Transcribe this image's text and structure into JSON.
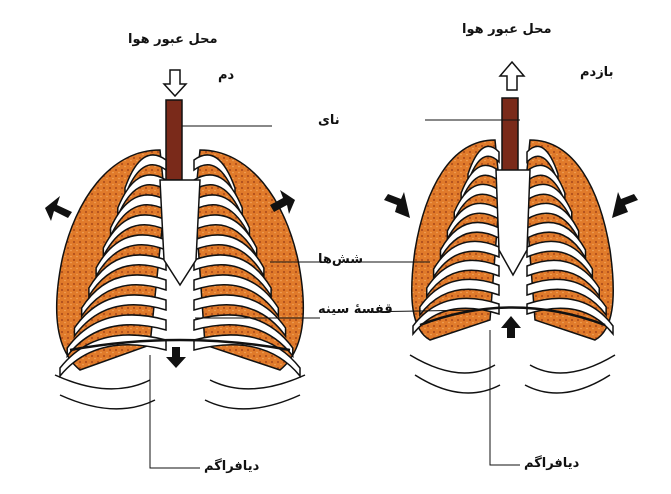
{
  "labels": {
    "airway_left": "محل عبور هوا",
    "airway_right": "محل عبور هوا",
    "inhale": "دم",
    "exhale": "بازدم",
    "trachea": "نای",
    "lungs": "شش‌ها",
    "ribcage": "قفسهٔ سینه",
    "diaphragm_left": "دیافراگم",
    "diaphragm_right": "دیافراگم"
  },
  "colors": {
    "lung": "#e07a2a",
    "lung_dark": "#8a3510",
    "trachea": "#7a2a1a",
    "rib": "#ffffff",
    "outline": "#111111"
  },
  "icons": {
    "inhale_arrow": "arrow-down-outline-icon",
    "exhale_arrow": "arrow-up-outline-icon",
    "chest_expand_arrows": "arrow-outward-icon",
    "chest_contract_arrows": "arrow-inward-icon",
    "diaphragm_down": "arrow-down-icon",
    "diaphragm_up": "arrow-up-icon"
  }
}
